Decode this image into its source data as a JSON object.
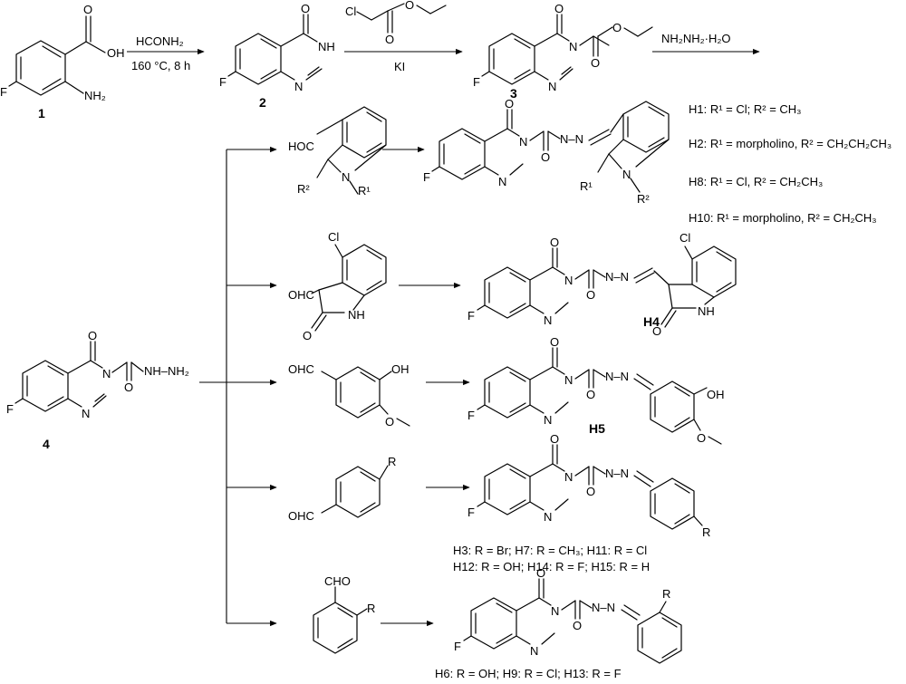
{
  "start": {
    "cooh": "OH",
    "nh2": "NH₂",
    "f": "F",
    "id": "1"
  },
  "step1": {
    "reagent": "HCONH₂",
    "conditions": "160 °C, 8 h"
  },
  "cpd2": {
    "id": "2",
    "nh": "NH",
    "f": "F"
  },
  "step2": {
    "reagent_cl": "Cl",
    "catalyst": "KI"
  },
  "cpd3": {
    "id": "3",
    "f": "F"
  },
  "step3": {
    "reagent": "NH₂NH₂·H₂O"
  },
  "cpd4": {
    "id": "4",
    "f": "F",
    "hydrazide": "NH–NH₂"
  },
  "branch_indole": {
    "aldehyde_cho": "HOC",
    "r1": "R¹",
    "r2": "R²",
    "n": "N",
    "f": "F",
    "hydrazone": "N–N",
    "legend": [
      "H1: R¹ = Cl; R² = CH₃",
      "H2: R¹ = morpholino, R² = CH₂CH₂CH₃",
      "H8: R¹ = Cl, R² = CH₂CH₃",
      "H10: R¹ = morpholino, R² = CH₂CH₃"
    ]
  },
  "branch_oxindole": {
    "cl": "Cl",
    "cho": "OHC",
    "nh": "NH",
    "f": "F",
    "id": "H4"
  },
  "branch_vanillin": {
    "cho": "OHC",
    "oh": "OH",
    "f": "F",
    "id": "H5"
  },
  "branch_para": {
    "cho": "OHC",
    "r": "R",
    "f": "F",
    "legend_line1": "H3: R = Br; H7: R = CH₃; H11: R = Cl",
    "legend_line2": "H12: R = OH; H14: R = F; H15: R = H"
  },
  "branch_ortho": {
    "cho": "CHO",
    "r": "R",
    "f": "F",
    "legend": "H6: R = OH; H9: R = Cl; H13: R = F"
  }
}
